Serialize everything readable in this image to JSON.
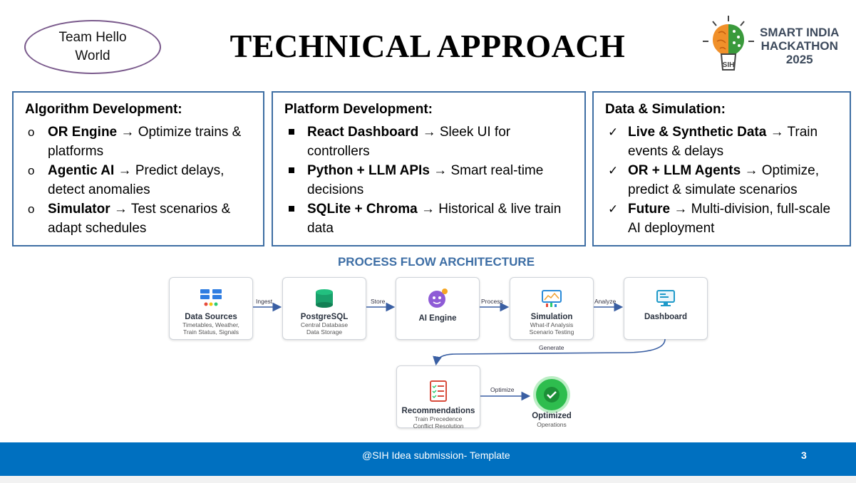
{
  "team": {
    "line1": "Team Hello",
    "line2": "World"
  },
  "title": "TECHNICAL APPROACH",
  "logo": {
    "line1": "SMART INDIA",
    "line2": "HACKATHON",
    "line3": "2025",
    "badge": "SIH"
  },
  "sections": [
    {
      "title": "Algorithm Development:",
      "bullet": "circle",
      "items": [
        {
          "bold": "OR Engine",
          "text": "Optimize trains & platforms"
        },
        {
          "bold": "Agentic AI",
          "text": "Predict delays, detect anomalies"
        },
        {
          "bold": "Simulator",
          "text": "Test scenarios & adapt schedules"
        }
      ]
    },
    {
      "title": "Platform Development:",
      "bullet": "square",
      "items": [
        {
          "bold": "React Dashboard",
          "text": "Sleek UI for controllers"
        },
        {
          "bold": "Python + LLM APIs",
          "text": "Smart real-time decisions"
        },
        {
          "bold": "SQLite + Chroma",
          "text": "Historical & live train data"
        }
      ]
    },
    {
      "title": "Data & Simulation:",
      "bullet": "check",
      "items": [
        {
          "bold": "Live & Synthetic Data",
          "text": "Train events & delays"
        },
        {
          "bold": "OR + LLM Agents",
          "text": "Optimize, predict & simulate scenarios"
        },
        {
          "bold": "Future",
          "text": "Multi-division, full-scale AI deployment"
        }
      ]
    }
  ],
  "arrow_glyph": "→",
  "flow": {
    "title": "PROCESS FLOW ARCHITECTURE",
    "nodes": [
      {
        "name": "Data Sources",
        "sub1": "Timetables, Weather,",
        "sub2": "Train Status, Signals",
        "icon": "database-grid-icon"
      },
      {
        "name": "PostgreSQL",
        "sub1": "Central Database",
        "sub2": "Data Storage",
        "icon": "cylinder-database-icon"
      },
      {
        "name": "AI Engine",
        "sub1": "",
        "sub2": "",
        "icon": "robot-face-icon"
      },
      {
        "name": "Simulation",
        "sub1": "What-if Analysis",
        "sub2": "Scenario Testing",
        "icon": "chart-monitor-icon"
      },
      {
        "name": "Dashboard",
        "sub1": "",
        "sub2": "",
        "icon": "monitor-icon"
      },
      {
        "name": "Recommendations",
        "sub1": "Train Precedence",
        "sub2": "Conflict Resolution",
        "icon": "checklist-icon"
      }
    ],
    "edges": [
      "Ingest",
      "Store",
      "Process",
      "Analyze",
      "Generate",
      "Optimize"
    ],
    "final": {
      "name": "Optimized",
      "sub": "Operations",
      "icon": "check-circle-icon"
    }
  },
  "footer": {
    "text": "@SIH Idea submission- Template",
    "page": "3"
  },
  "colors": {
    "accent": "#0070c0",
    "box_border": "#3e6ea3",
    "flow_title": "#3d6ea5",
    "success": "#2ebd4e"
  }
}
